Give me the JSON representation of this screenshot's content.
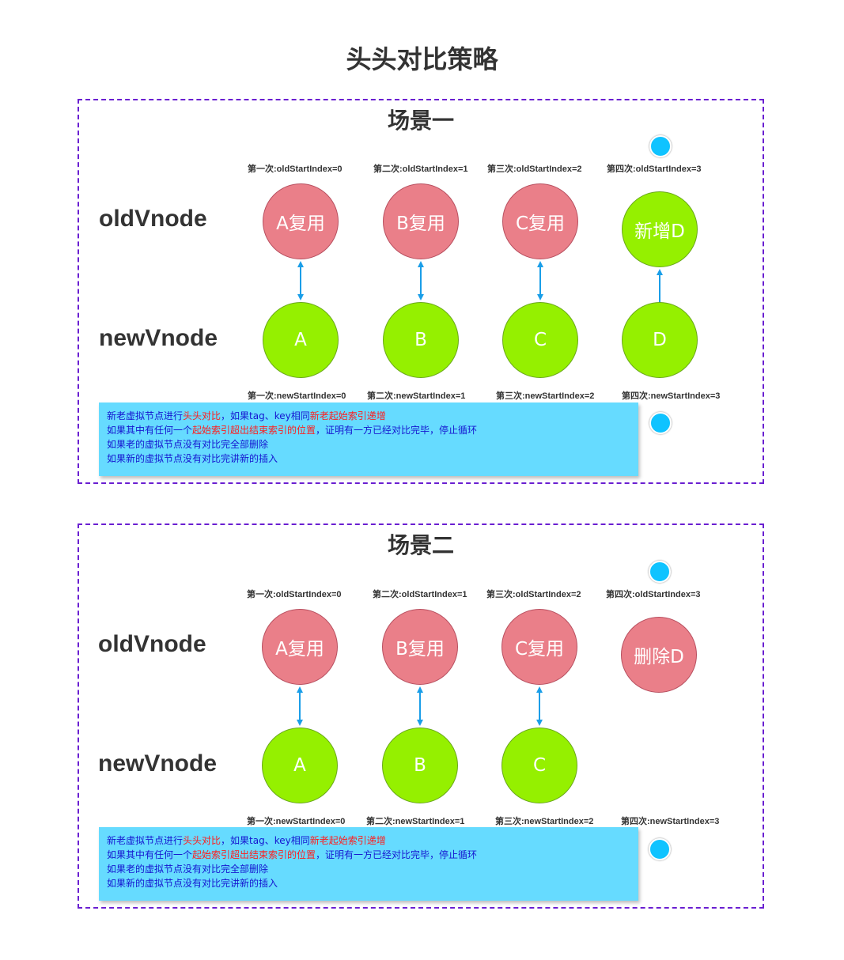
{
  "title": "头头对比策略",
  "colors": {
    "old_node": "#ea7f89",
    "new_node": "#95f000",
    "arrow": "#1a9ee8",
    "frame": "#6a1fd1",
    "note_bg": "#66dbff",
    "note_text": "#1515d0",
    "note_highlight": "#ff1d1d"
  },
  "labels": {
    "old": "oldVnode",
    "new": "newVnode"
  },
  "scene1": {
    "title": "场景一",
    "old_index": [
      "第一次:oldStartIndex=0",
      "第二次:oldStartIndex=1",
      "第三次:oldStartIndex=2",
      "第四次:oldStartIndex=3"
    ],
    "new_index": [
      "第一次:newStartIndex=0",
      "第二次:newStartIndex=1",
      "第三次:newStartIndex=2",
      "第四次:newStartIndex=3"
    ],
    "old_nodes": [
      "A复用",
      "B复用",
      "C复用",
      "新增D"
    ],
    "new_nodes": [
      "A",
      "B",
      "C",
      "D"
    ],
    "note": {
      "l1a": "新老虚拟节点进行",
      "l1b": "头头对比",
      "l1c": "，如果tag、key相同",
      "l1d": "新老起始索引递增",
      "l2a": "如果其中有任何一个",
      "l2b": "起始索引超出结束索引的位置",
      "l2c": "，证明有一方已经对比完毕，停止循环",
      "l3": "如果老的虚拟节点没有对比完全部删除",
      "l4": "如果新的虚拟节点没有对比完讲新的插入"
    }
  },
  "scene2": {
    "title": "场景二",
    "old_index": [
      "第一次:oldStartIndex=0",
      "第二次:oldStartIndex=1",
      "第三次:oldStartIndex=2",
      "第四次:oldStartIndex=3"
    ],
    "new_index": [
      "第一次:newStartIndex=0",
      "第二次:newStartIndex=1",
      "第三次:newStartIndex=2",
      "第四次:newStartIndex=3"
    ],
    "old_nodes": [
      "A复用",
      "B复用",
      "C复用",
      "删除D"
    ],
    "new_nodes": [
      "A",
      "B",
      "C"
    ],
    "note": {
      "l1a": "新老虚拟节点进行",
      "l1b": "头头对比",
      "l1c": "，如果tag、key相同",
      "l1d": "新老起始索引递增",
      "l2a": "如果其中有任何一个",
      "l2b": "起始索引超出结束索引的位置",
      "l2c": "，证明有一方已经对比完毕，停止循环",
      "l3": "如果老的虚拟节点没有对比完全部删除",
      "l4": "如果新的虚拟节点没有对比完讲新的插入"
    }
  }
}
